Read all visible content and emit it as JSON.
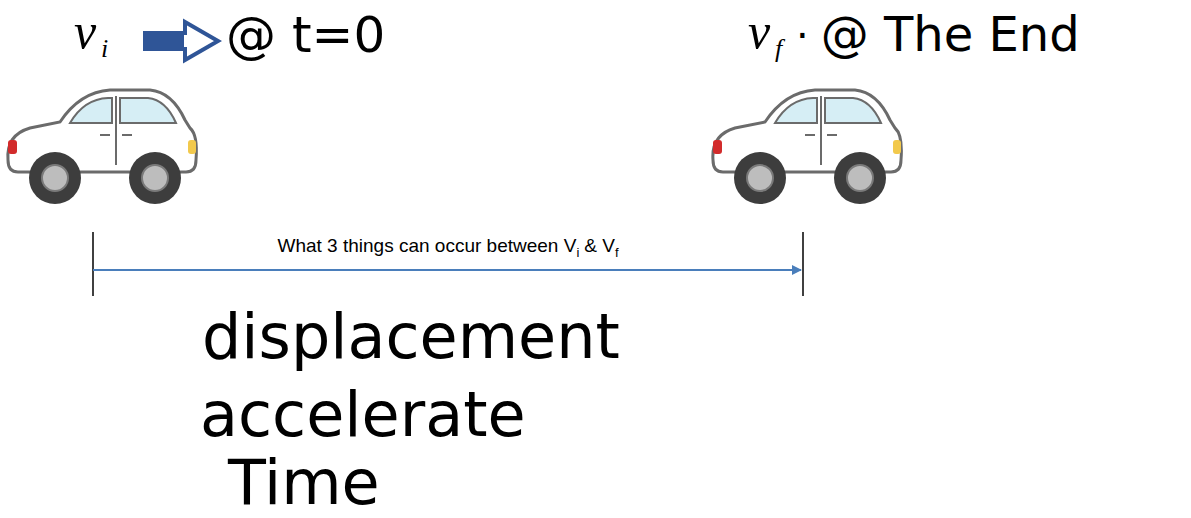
{
  "diagram": {
    "labels": [
      "v",
      "i",
      "@ t=0",
      "v",
      "f",
      "·",
      "@ The End",
      "What 3 things can occur between V",
      "i",
      "& V",
      "f",
      "displacement",
      "accelerate",
      "Time"
    ]
  }
}
